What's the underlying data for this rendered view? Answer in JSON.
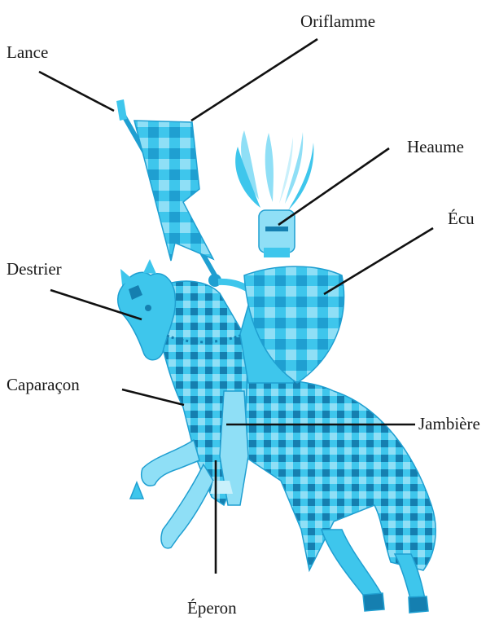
{
  "figure": {
    "colors": {
      "body": "#3ec6ec",
      "light": "#8fdff6",
      "pale": "#c9f0fb",
      "dark": "#1f9fd1",
      "deep": "#157fb0",
      "line": "#111111"
    },
    "labels": {
      "lance": "Lance",
      "oriflamme": "Oriflamme",
      "heaume": "Heaume",
      "ecu": "Écu",
      "destrier": "Destrier",
      "caparacon": "Caparaçon",
      "jambiere": "Jambière",
      "eperon": "Éperon"
    }
  }
}
